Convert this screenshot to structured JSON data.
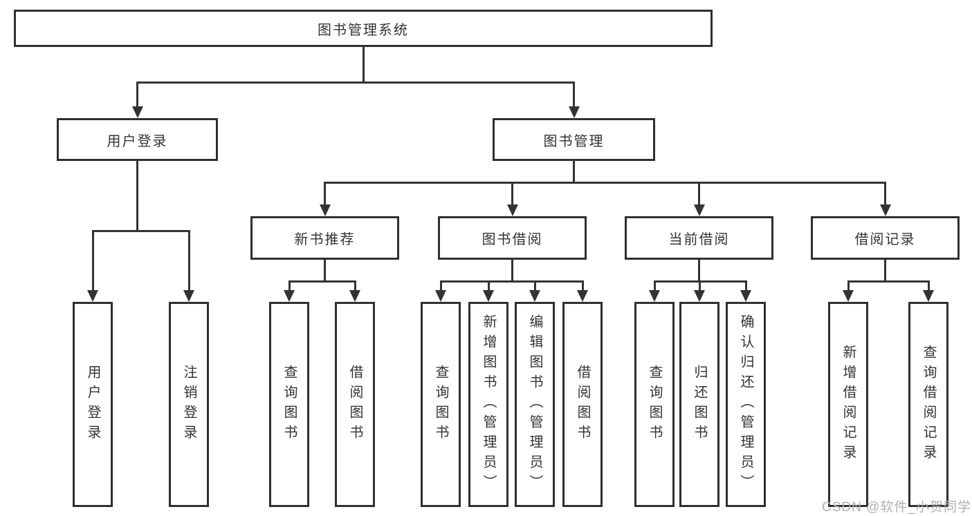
{
  "root": {
    "label": "图书管理系统"
  },
  "level2": {
    "user_login": {
      "label": "用户登录"
    },
    "book_mgmt": {
      "label": "图书管理"
    }
  },
  "level3": {
    "new_book": {
      "label": "新书推荐"
    },
    "borrow": {
      "label": "图书借阅"
    },
    "current": {
      "label": "当前借阅"
    },
    "record": {
      "label": "借阅记录"
    }
  },
  "leaves": {
    "user_login": {
      "label": "用户登录"
    },
    "logout": {
      "label": "注销登录"
    },
    "nb_query": {
      "label": "查询图书"
    },
    "nb_borrow": {
      "label": "借阅图书"
    },
    "bb_query": {
      "label": "查询图书"
    },
    "bb_add": {
      "label": "新增图书（管理员）"
    },
    "bb_edit": {
      "label": "编辑图书（管理员）"
    },
    "bb_borrow": {
      "label": "借阅图书"
    },
    "cb_query": {
      "label": "查询图书"
    },
    "cb_return": {
      "label": "归还图书"
    },
    "cb_confirm": {
      "label": "确认归还（管理员）"
    },
    "br_add": {
      "label": "新增借阅记录"
    },
    "br_query": {
      "label": "查询借阅记录"
    }
  },
  "watermark": "CSDN @软件_小贺同学",
  "colors": {
    "line": "#333333",
    "box_border": "#2f2f2f",
    "text": "#333333",
    "watermark": "#b0b0b0",
    "background": "#ffffff"
  }
}
